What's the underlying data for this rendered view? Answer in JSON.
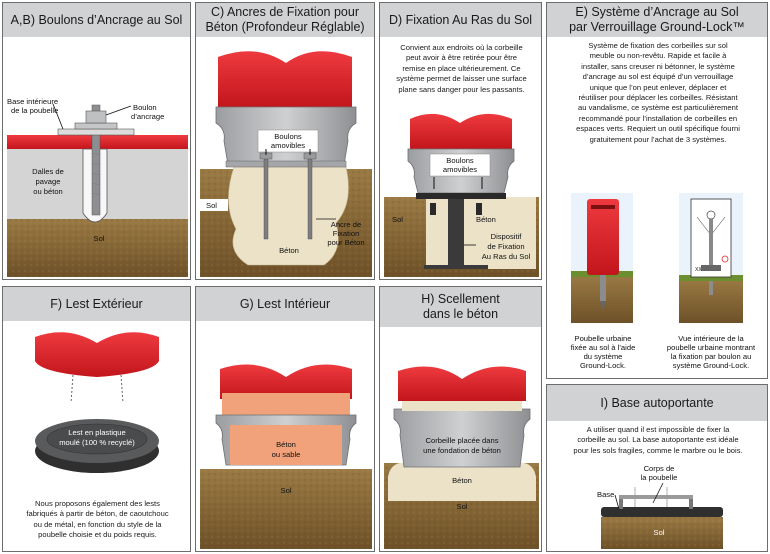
{
  "panels": {
    "ab": {
      "title": "A,B) Boulons d’Ancrage au Sol",
      "labels": {
        "base1": "Base intérieure",
        "base2": "de la poubelle",
        "bolt1": "Boulon",
        "bolt2": "d’ancrage",
        "slab1": "Dalles de",
        "slab2": "pavage",
        "slab3": "ou béton",
        "soil": "Sol"
      }
    },
    "c": {
      "title_line1": "C) Ancres de Fixation pour",
      "title_line2": "Béton (Profondeur Réglable)",
      "labels": {
        "bolts1": "Boulons",
        "bolts2": "amovibles",
        "soil": "Sol",
        "anchor1": "Ancre de",
        "anchor2": "Fixation",
        "anchor3": "pour Béton",
        "concrete": "Béton"
      }
    },
    "d": {
      "title": "D) Fixation Au Ras du Sol",
      "desc": [
        "Convient aux endroits où la corbeille",
        "peut avoir à être retirée pour être",
        "remise en place ultérieurement. Ce",
        "système permet de laisser une surface",
        "plane sans danger pour les passants."
      ],
      "labels": {
        "bolts1": "Boulons",
        "bolts2": "amovibles",
        "soil": "Sol",
        "concrete": "Béton",
        "device1": "Dispositif",
        "device2": "de Fixation",
        "device3": "Au Ras du Sol"
      }
    },
    "e": {
      "title_line1": "E) Système d’Ancrage au Sol",
      "title_line2": "par Verrouillage Ground-Lock™",
      "desc": [
        "Système de fixation des corbeilles sur sol",
        "meuble ou non-revêtu. Rapide et facile à",
        "installer, sans creuser ni bétonner, le système",
        "d’ancrage au sol est équipé d’un verrouillage",
        "unique que l’on peut enlever, déplacer et",
        "réutiliser pour déplacer les corbeilles. Résistant",
        "au vandalisme, ce système est particulièrement",
        "recommandé pour l’installation de corbeilles en",
        "espaces verts. Requiert un outil spécifique fourni",
        "gratuitement pour l’achat de 3 systèmes."
      ],
      "caption_left": [
        "Poubelle urbaine",
        "fixée au sol à l’aide",
        "du système",
        "Ground-Lock."
      ],
      "caption_right": [
        "Vue intérieure de la",
        "poubelle urbaine montrant",
        "la fixation par boulon au",
        "système Ground-Lock."
      ]
    },
    "f": {
      "title": "F) Lest Extérieur",
      "labels": {
        "ballast1": "Lest en plastique",
        "ballast2": "moulé (100 % recyclé)"
      },
      "desc": [
        "Nous proposons également des lests",
        "fabriqués à partir de béton, de caoutchouc",
        "ou de métal, en fonction du style de la",
        "poubelle choisie et du poids requis."
      ]
    },
    "g": {
      "title": "G) Lest Intérieur",
      "labels": {
        "fill1": "Béton",
        "fill2": "ou sable",
        "soil": "Sol"
      }
    },
    "h": {
      "title_line1": "H) Scellement",
      "title_line2": "dans le béton",
      "labels": {
        "placed1": "Corbeille placée dans",
        "placed2": "une fondation de béton",
        "concrete": "Béton",
        "soil": "Sol"
      }
    },
    "i": {
      "title": "I) Base autoportante",
      "desc": [
        "A utiliser quand il est impossible de fixer la",
        "corbeille au sol. La base autoportante est idéale",
        "pour les sols fragiles, comme le marbre ou le bois."
      ],
      "labels": {
        "body1": "Corps de",
        "body2": "la poubelle",
        "base": "Base",
        "soil": "Sol"
      }
    }
  },
  "colors": {
    "red": "#e2242b",
    "gray": "#b7b8ba",
    "soil": "#8a6a3a",
    "concrete": "#ece2c8",
    "header": "#d1d2d4"
  }
}
